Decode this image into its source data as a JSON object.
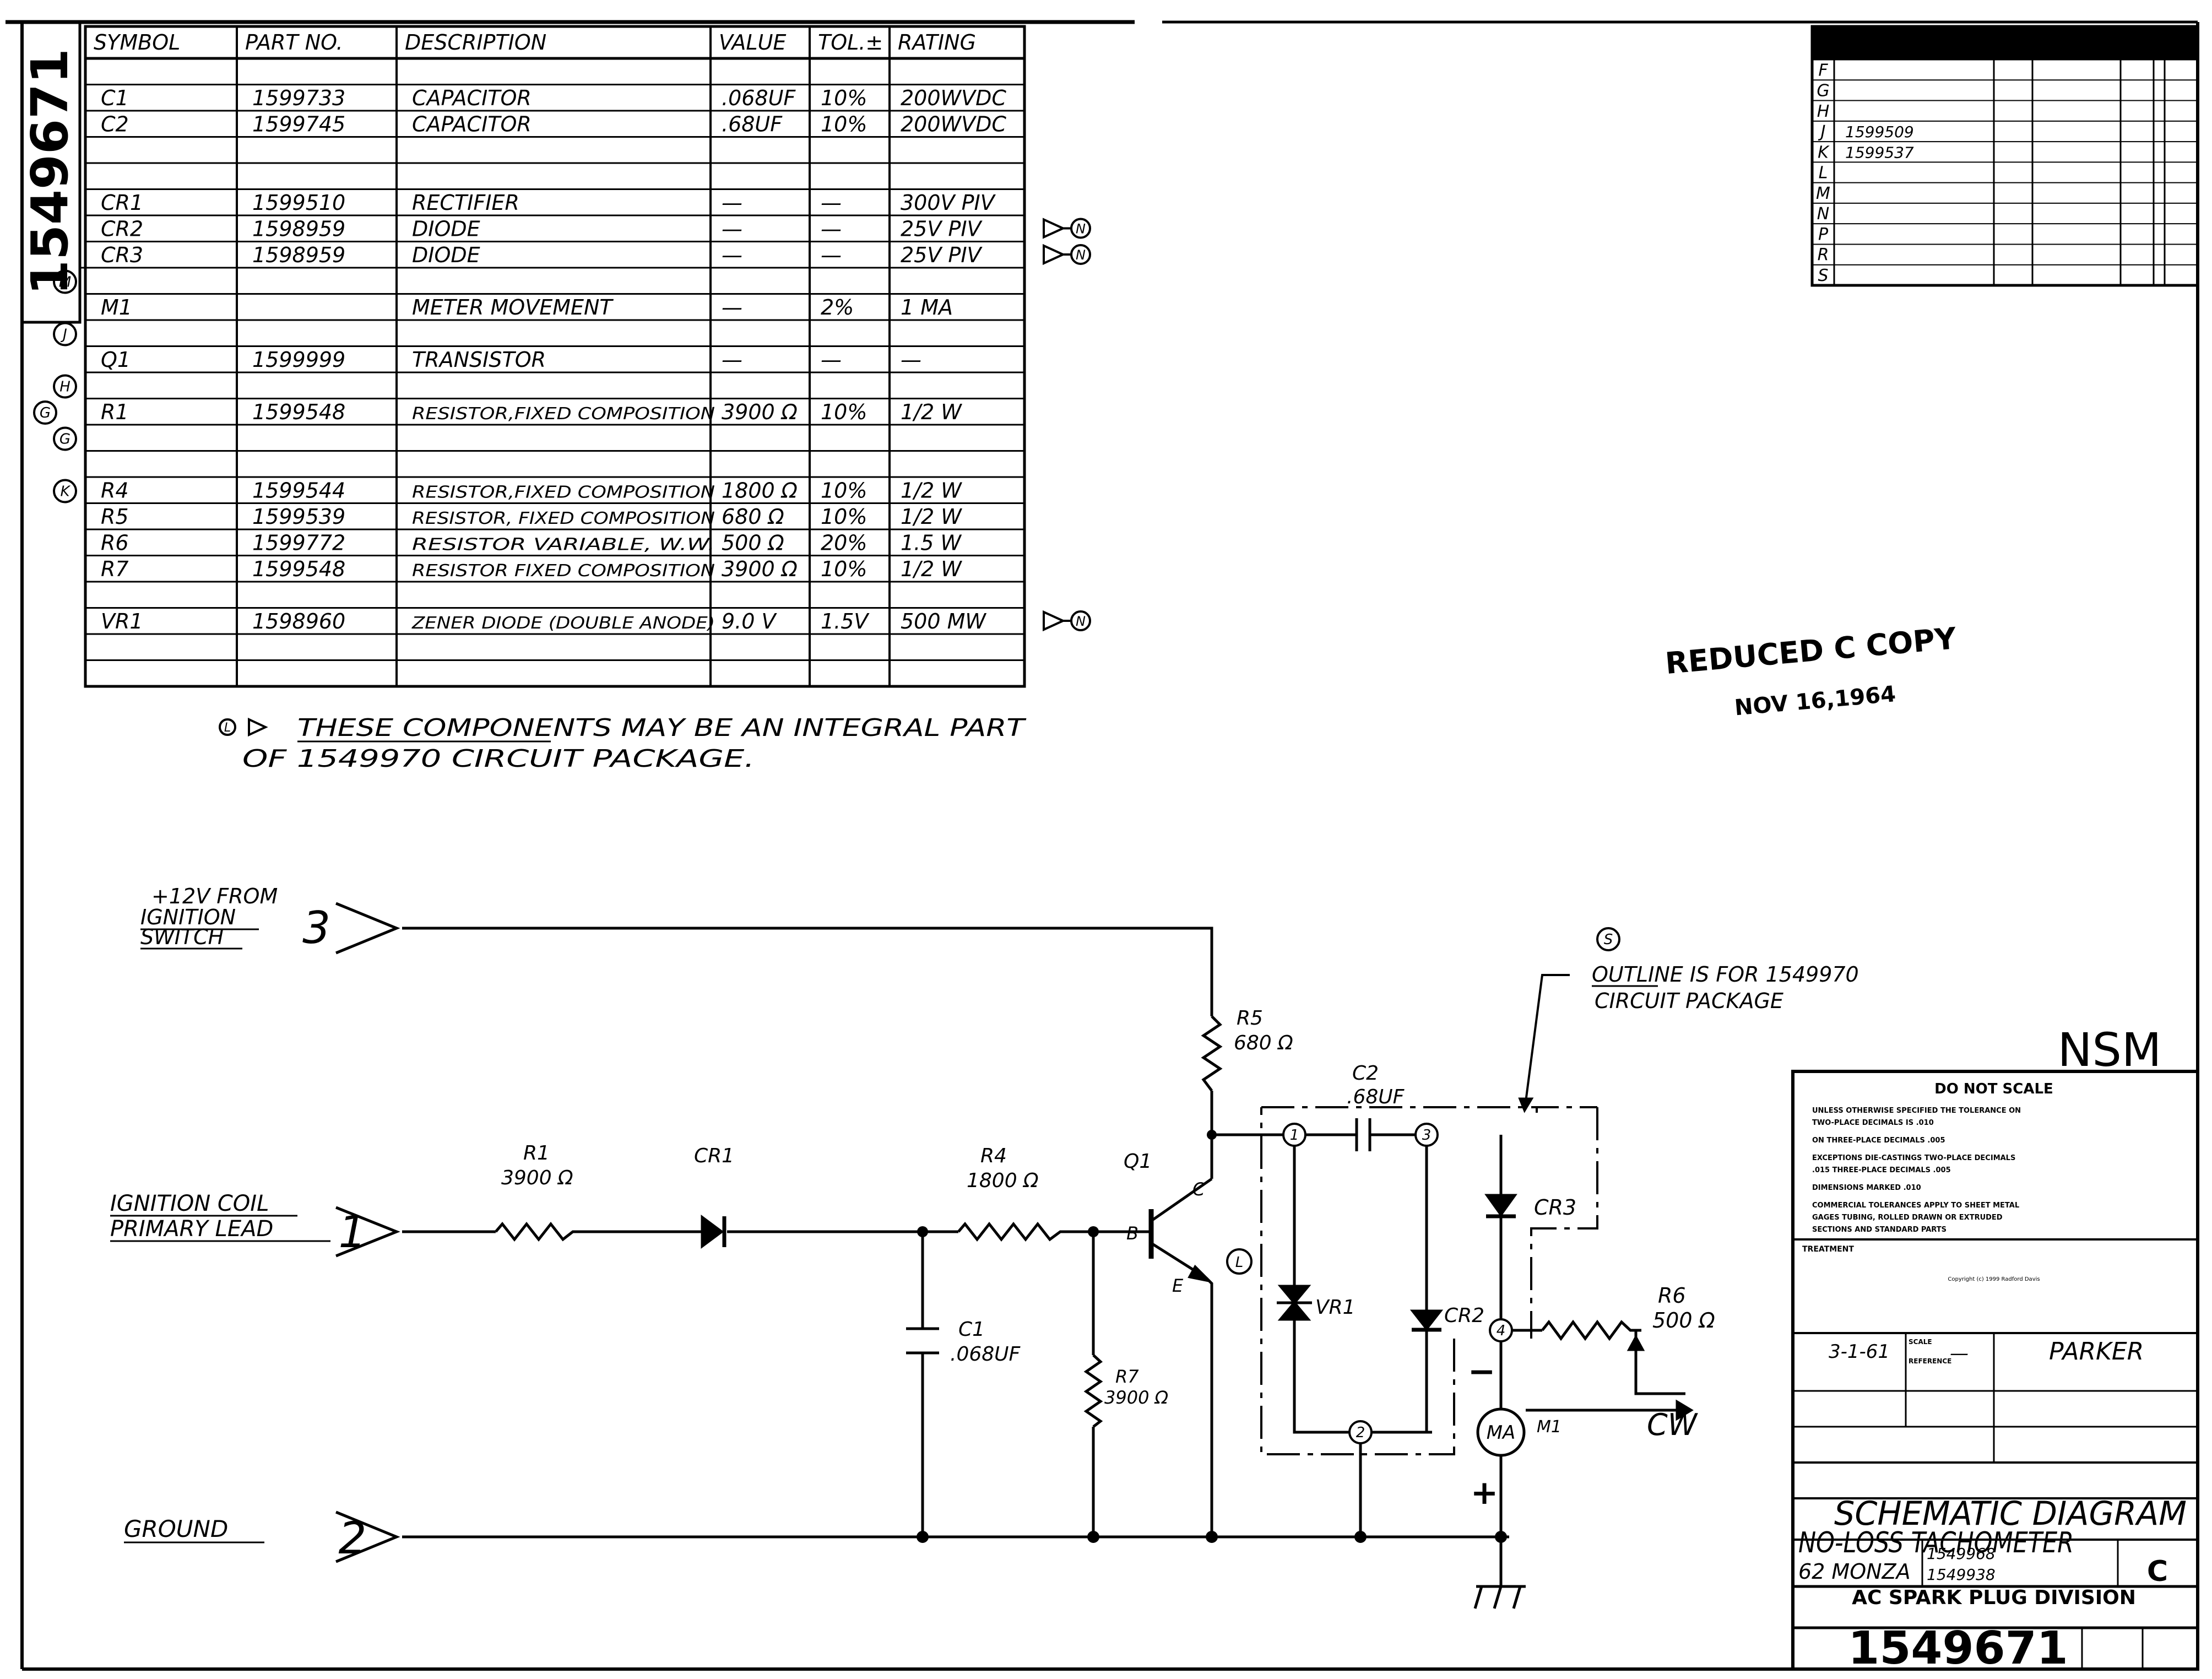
{
  "drawing_number": "1549671",
  "parts_table": {
    "headers": [
      "SYMBOL",
      "PART NO.",
      "DESCRIPTION",
      "VALUE",
      "TOL.±",
      "RATING"
    ],
    "rows": [
      {
        "symbol": "",
        "part": "",
        "desc": "",
        "value": "",
        "tol": "",
        "rating": ""
      },
      {
        "symbol": "C1",
        "part": "1599733",
        "desc": "CAPACITOR",
        "value": ".068UF",
        "tol": "10%",
        "rating": "200WVDC"
      },
      {
        "symbol": "C2",
        "part": "1599745",
        "desc": "CAPACITOR",
        "value": ".68UF",
        "tol": "10%",
        "rating": "200WVDC"
      },
      {
        "symbol": "",
        "part": "",
        "desc": "",
        "value": "",
        "tol": "",
        "rating": ""
      },
      {
        "symbol": "",
        "part": "",
        "desc": "",
        "value": "",
        "tol": "",
        "rating": ""
      },
      {
        "symbol": "CR1",
        "part": "1599510",
        "desc": "RECTIFIER",
        "value": "—",
        "tol": "—",
        "rating": "300V PIV"
      },
      {
        "symbol": "CR2",
        "part": "1598959",
        "desc": "DIODE",
        "value": "—",
        "tol": "—",
        "rating": "25V PIV"
      },
      {
        "symbol": "CR3",
        "part": "1598959",
        "desc": "DIODE",
        "value": "—",
        "tol": "—",
        "rating": "25V PIV"
      },
      {
        "symbol": "",
        "part": "",
        "desc": "",
        "value": "",
        "tol": "",
        "rating": ""
      },
      {
        "symbol": "M1",
        "part": "",
        "desc": "METER MOVEMENT",
        "value": "—",
        "tol": "2%",
        "rating": "1 MA"
      },
      {
        "symbol": "",
        "part": "",
        "desc": "",
        "value": "",
        "tol": "",
        "rating": ""
      },
      {
        "symbol": "Q1",
        "part": "1599999",
        "desc": "TRANSISTOR",
        "value": "—",
        "tol": "—",
        "rating": "—"
      },
      {
        "symbol": "",
        "part": "",
        "desc": "",
        "value": "",
        "tol": "",
        "rating": ""
      },
      {
        "symbol": "R1",
        "part": "1599548",
        "desc": "RESISTOR,FIXED COMPOSITION",
        "value": "3900 Ω",
        "tol": "10%",
        "rating": "1/2 W"
      },
      {
        "symbol": "",
        "part": "",
        "desc": "",
        "value": "",
        "tol": "",
        "rating": ""
      },
      {
        "symbol": "",
        "part": "",
        "desc": "",
        "value": "",
        "tol": "",
        "rating": ""
      },
      {
        "symbol": "R4",
        "part": "1599544",
        "desc": "RESISTOR,FIXED COMPOSITION",
        "value": "1800 Ω",
        "tol": "10%",
        "rating": "1/2 W"
      },
      {
        "symbol": "R5",
        "part": "1599539",
        "desc": "RESISTOR, FIXED COMPOSITION",
        "value": "680 Ω",
        "tol": "10%",
        "rating": "1/2 W"
      },
      {
        "symbol": "R6",
        "part": "1599772",
        "desc": "RESISTOR VARIABLE, W.W.",
        "value": "500 Ω",
        "tol": "20%",
        "rating": "1.5 W"
      },
      {
        "symbol": "R7",
        "part": "1599548",
        "desc": "RESISTOR FIXED COMPOSITION",
        "value": "3900 Ω",
        "tol": "10%",
        "rating": "1/2 W"
      },
      {
        "symbol": "",
        "part": "",
        "desc": "",
        "value": "",
        "tol": "",
        "rating": ""
      },
      {
        "symbol": "VR1",
        "part": "1598960",
        "desc": "ZENER DIODE (DOUBLE ANODE)",
        "value": "9.0 V",
        "tol": "1.5V",
        "rating": "500 MW"
      },
      {
        "symbol": "",
        "part": "",
        "desc": "",
        "value": "",
        "tol": "",
        "rating": ""
      },
      {
        "symbol": "",
        "part": "",
        "desc": "",
        "value": "",
        "tol": "",
        "rating": ""
      }
    ],
    "side_marks": [
      "M",
      "J",
      "H",
      "G",
      "G",
      "K"
    ],
    "flag_letter": "N"
  },
  "note": {
    "circle": "L",
    "line1": "THESE COMPONENTS MAY BE AN INTEGRAL PART",
    "line2": "OF 1549970 CIRCUIT PACKAGE."
  },
  "stamp": {
    "line1": "REDUCED C COPY",
    "line2": "NOV 16,1964"
  },
  "nsm": "NSM",
  "schematic": {
    "input3": "+12V FROM IGNITION SWITCH",
    "input3_lines": [
      "+12V FROM",
      "IGNITION",
      "SWITCH"
    ],
    "input1_lines": [
      "IGNITION COIL",
      "PRIMARY LEAD"
    ],
    "input2": "GROUND",
    "pin3": "3",
    "pin1": "1",
    "pin2": "2",
    "r1": "R1",
    "r1_val": "3900 Ω",
    "cr1": "CR1",
    "r4": "R4",
    "r4_val": "1800 Ω",
    "q1": "Q1",
    "b": "B",
    "c": "C",
    "e": "E",
    "r5": "R5",
    "r5_val": "680 Ω",
    "c1": "C1",
    "c1_val": ".068UF",
    "r7": "R7",
    "r7_val": "3900 Ω",
    "c2": "C2",
    "c2_val": ".68UF",
    "vr1": "VR1",
    "cr2": "CR2",
    "cr3": "CR3",
    "r6": "R6",
    "r6_val": "500 Ω",
    "meter": "MA",
    "m1": "M1",
    "cw": "CW",
    "minus": "−",
    "plus": "+",
    "outline_circle": "S",
    "outline_note": [
      "OUTLINE IS FOR 1549970",
      "CIRCUIT PACKAGE"
    ],
    "l_mark": "L",
    "terminals": [
      "1",
      "3",
      "4",
      "2"
    ]
  },
  "title_block": {
    "do_not_scale": "DO NOT SCALE",
    "tol_lines": [
      "UNLESS OTHERWISE SPECIFIED THE TOLERANCE ON",
      "TWO-PLACE DECIMALS IS  .010",
      "ON THREE-PLACE DECIMALS  .005",
      "EXCEPTIONS  DIE-CASTINGS  TWO-PLACE DECIMALS",
      ".015  THREE-PLACE DECIMALS  .005",
      "DIMENSIONS MARKED  .010",
      "COMMERCIAL TOLERANCES APPLY TO SHEET METAL",
      "GAGES TUBING, ROLLED DRAWN OR EXTRUDED",
      "SECTIONS AND STANDARD PARTS"
    ],
    "treatment": "TREATMENT",
    "copyright": "Copyright (c) 1999 Radford Davis",
    "date": "3-1-61",
    "scale_label": "SCALE",
    "scale_value": "—",
    "reference": "REFERENCE",
    "drawn": "PARKER",
    "title1": "SCHEMATIC DIAGRAM",
    "title2": "NO-LOSS TACHOMETER",
    "model": "62 MONZA",
    "parts_refs": [
      "1549968",
      "1549938"
    ],
    "size": "C",
    "division": "AC SPARK PLUG DIVISION",
    "number": "1549671"
  },
  "revision_block": {
    "letters": [
      "F",
      "G",
      "H",
      "J",
      "K",
      "L",
      "M",
      "N",
      "P",
      "R",
      "S"
    ],
    "notes": [
      "",
      "",
      "",
      "1599509",
      "1599537",
      "",
      "",
      "",
      "",
      "",
      ""
    ]
  }
}
